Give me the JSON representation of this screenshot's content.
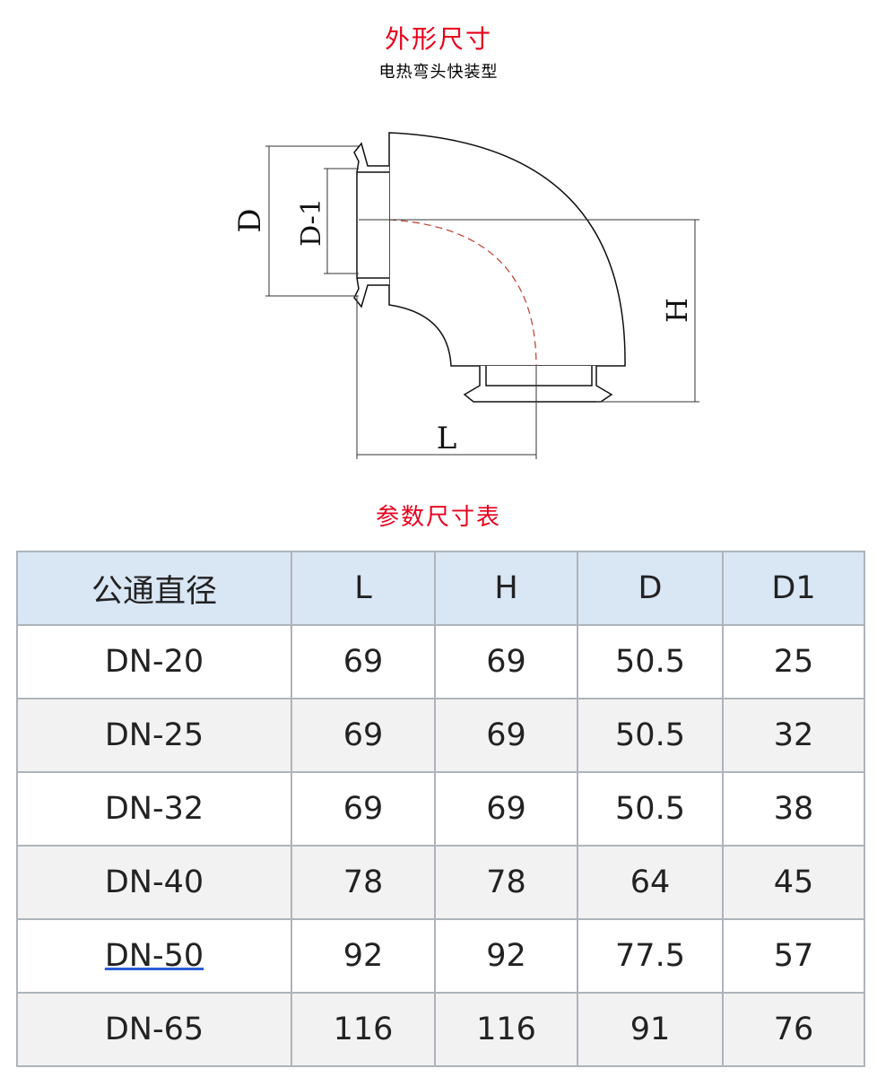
{
  "header": {
    "title": "外形尺寸",
    "subtitle": "电热弯头快装型"
  },
  "drawing": {
    "labels": {
      "d": "D",
      "d1": "D-1",
      "h": "H",
      "l": "L"
    }
  },
  "table": {
    "title": "参数尺寸表",
    "columns": [
      "公通直径",
      "L",
      "H",
      "D",
      "D1"
    ],
    "rows": [
      [
        "DN-20",
        "69",
        "69",
        "50.5",
        "25"
      ],
      [
        "DN-25",
        "69",
        "69",
        "50.5",
        "32"
      ],
      [
        "DN-32",
        "69",
        "69",
        "50.5",
        "38"
      ],
      [
        "DN-40",
        "78",
        "78",
        "64",
        "45"
      ],
      [
        "DN-50",
        "92",
        "92",
        "77.5",
        "57"
      ],
      [
        "DN-65",
        "116",
        "116",
        "91",
        "76"
      ]
    ]
  }
}
